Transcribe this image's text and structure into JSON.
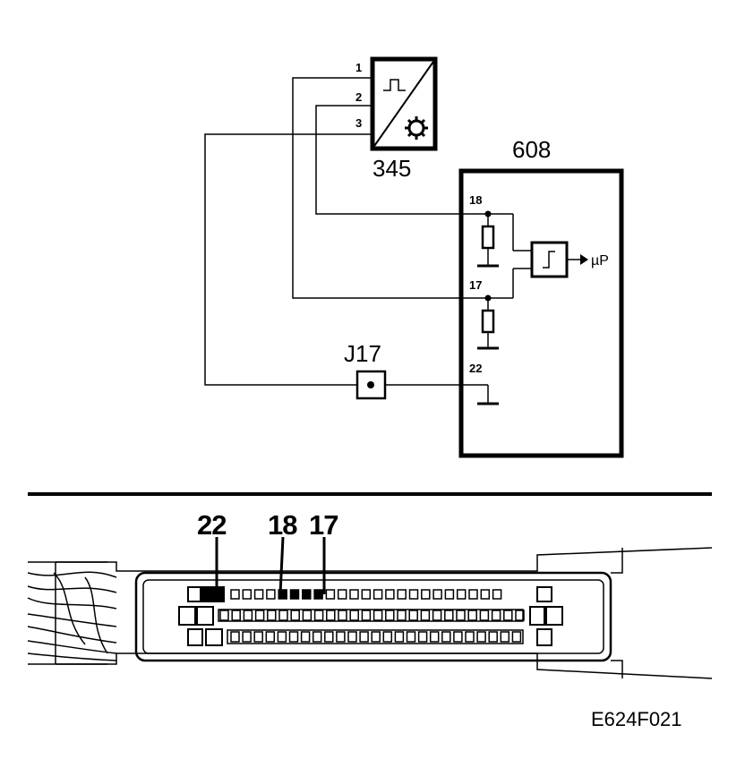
{
  "sensor": {
    "id": "345",
    "pins": [
      "1",
      "2",
      "3"
    ]
  },
  "ecu": {
    "id": "608",
    "pins": [
      "18",
      "17",
      "22"
    ],
    "output_label": "µP"
  },
  "connector_point": {
    "id": "J17"
  },
  "connector_view": {
    "callouts": [
      "22",
      "18",
      "17"
    ]
  },
  "figure_code": "E624F021"
}
